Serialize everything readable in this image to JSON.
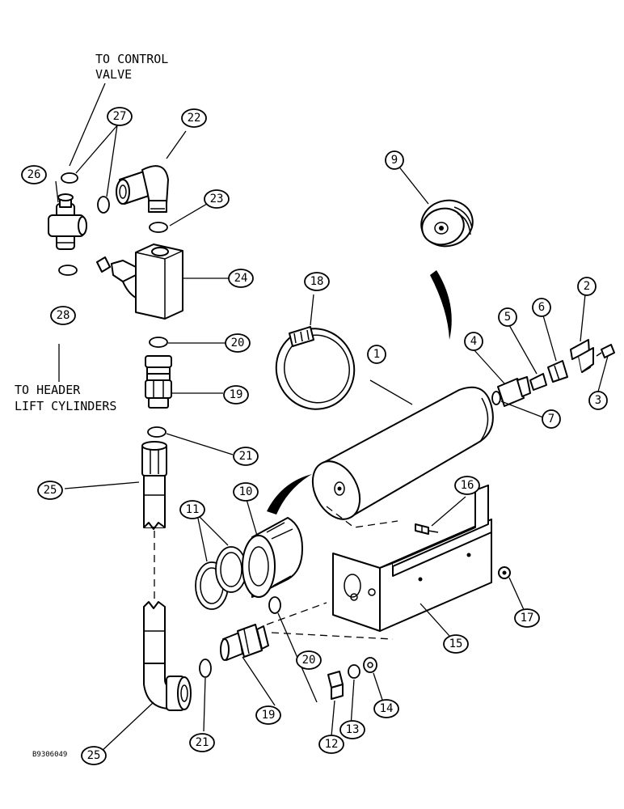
{
  "labels": {
    "to_control_valve_line1": "TO CONTROL",
    "to_control_valve_line2": "VALVE",
    "to_header_line1": "TO HEADER",
    "to_header_line2": "LIFT CYLINDERS",
    "drawing_code": "B9306049"
  },
  "callouts": {
    "c1": "1",
    "c2": "2",
    "c3": "3",
    "c4": "4",
    "c5": "5",
    "c6": "6",
    "c7": "7",
    "c9": "9",
    "c10": "10",
    "c11": "11",
    "c12": "12",
    "c13": "13",
    "c14": "14",
    "c15": "15",
    "c16": "16",
    "c17": "17",
    "c18": "18",
    "c19a": "19",
    "c19b": "19",
    "c20a": "20",
    "c20b": "20",
    "c21a": "21",
    "c21b": "21",
    "c22": "22",
    "c23": "23",
    "c24": "24",
    "c25a": "25",
    "c25b": "25",
    "c26": "26",
    "c27": "27",
    "c28": "28"
  }
}
